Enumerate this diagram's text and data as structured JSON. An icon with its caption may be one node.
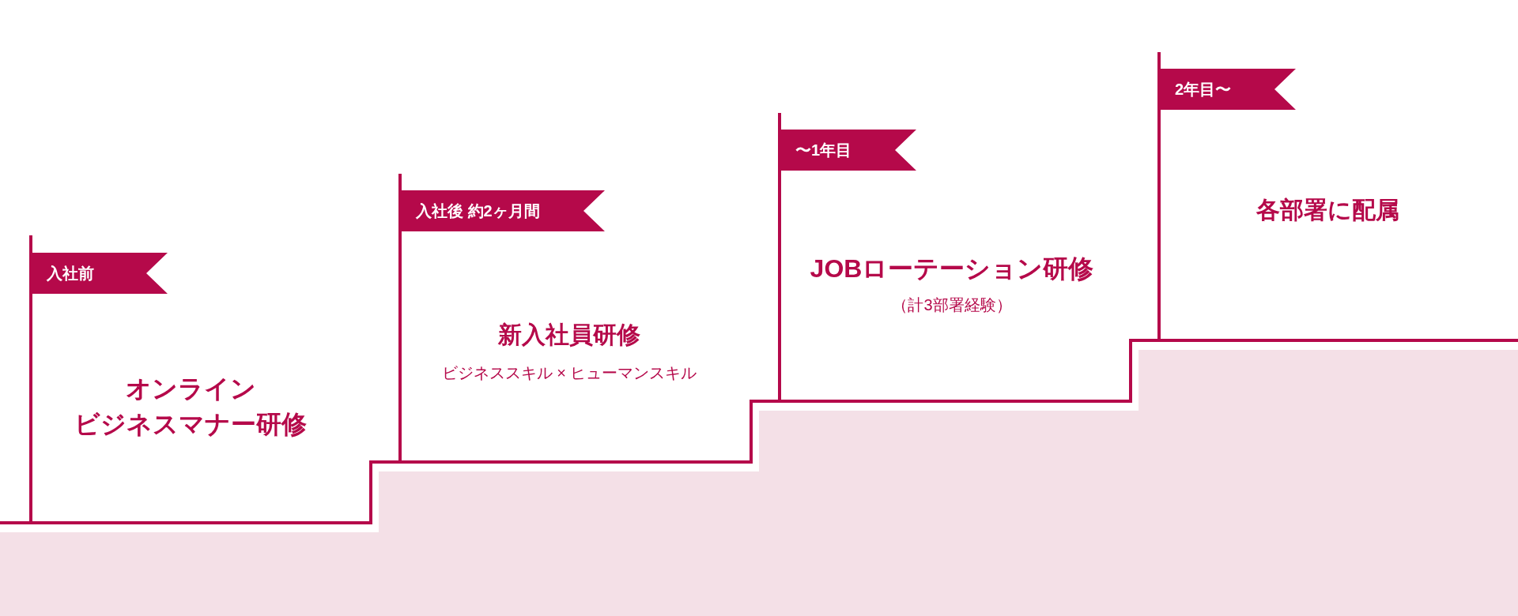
{
  "diagram": {
    "nodes": [
      {
        "text": [
          "入社前"
        ]
      },
      {
        "text": [
          "入社後 約2ヶ月間"
        ]
      },
      {
        "text": [
          "〜1年目"
        ]
      },
      {
        "text": [
          "2年目〜"
        ]
      }
    ],
    "labels": [
      "オンラインビジネスマナー研修",
      "新入社員研修",
      "ビジネススキル × ヒューマンスキル",
      "JOBローテーション研修",
      "（計3部署経験）",
      "各部署に配属"
    ]
  }
}
